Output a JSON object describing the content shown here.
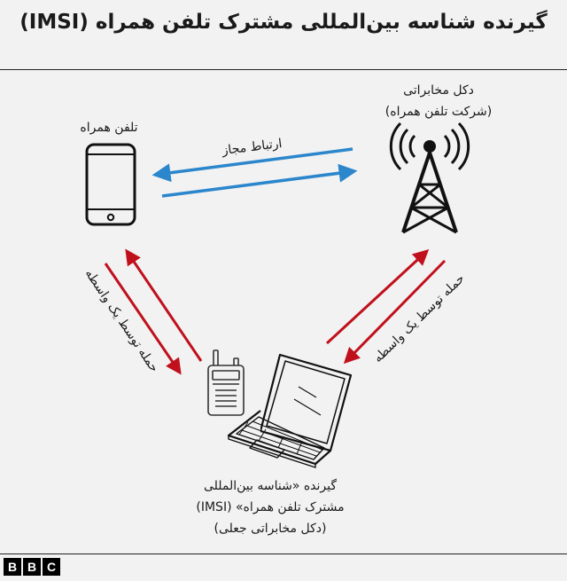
{
  "title": "گیرنده شناسه بین‌المللی مشترک تلفن همراه (IMSI)",
  "phone": {
    "label": "تلفن همراه"
  },
  "tower": {
    "label_line1": "دکل مخابراتی",
    "label_line2": "(شرکت تلفن همراه)"
  },
  "link": {
    "label": "ارتباط مجاز"
  },
  "attack_left": {
    "label": "حمله توسط یک واسطه"
  },
  "attack_right": {
    "label": "حمله توسط یک واسطه"
  },
  "catcher": {
    "label_line1": "گیرنده «شناسه بین‌المللی",
    "label_line2": "مشترک تلفن همراه» (IMSI)",
    "label_line3": "(دکل مخابراتی جعلی)"
  },
  "footer": {
    "logo_letters": [
      "B",
      "B",
      "C"
    ]
  },
  "colors": {
    "legit_arrow": "#2b86cc",
    "attack_arrow": "#c0101c"
  }
}
